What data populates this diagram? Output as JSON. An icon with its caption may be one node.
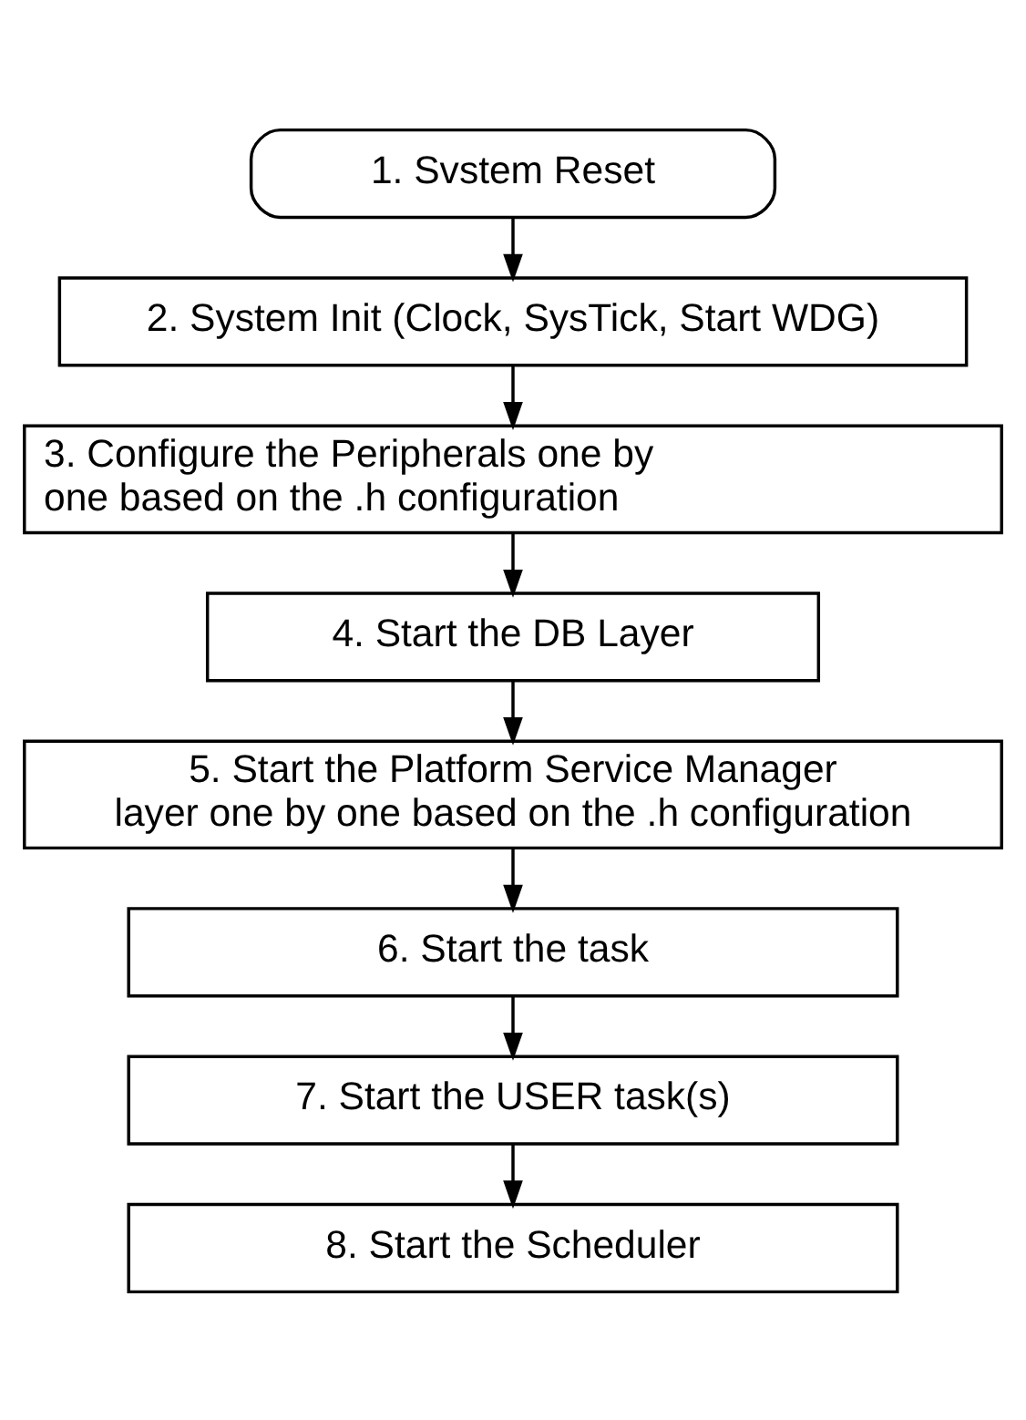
{
  "diagram": {
    "nodes": [
      {
        "text": [
          "1. Svstem Reset"
        ]
      },
      {
        "text": [
          "2. System Init (Clock, SysTick, Start WDG)"
        ]
      },
      {
        "text": [
          "3. Configure the Peripherals one by one based on the .h configuration"
        ]
      },
      {
        "text": [
          "4. Start the DB Layer"
        ]
      },
      {
        "text": [
          "5. Start the Platform Service Manager layer one by one based on the .h configuration"
        ]
      },
      {
        "text": [
          "6. Start the task"
        ]
      },
      {
        "text": [
          "7. Start the USER task(s)"
        ]
      },
      {
        "text": [
          "8. Start the Scheduler"
        ]
      }
    ],
    "edges": [
      {
        "from": 0,
        "to": 1,
        "arrow": "to"
      },
      {
        "from": 1,
        "to": 2,
        "arrow": "to"
      },
      {
        "from": 2,
        "to": 3,
        "arrow": "to"
      },
      {
        "from": 3,
        "to": 4,
        "arrow": "to"
      },
      {
        "from": 4,
        "to": 5,
        "arrow": "to"
      },
      {
        "from": 5,
        "to": 6,
        "arrow": "to"
      },
      {
        "from": 6,
        "to": 7,
        "arrow": "to"
      }
    ]
  }
}
